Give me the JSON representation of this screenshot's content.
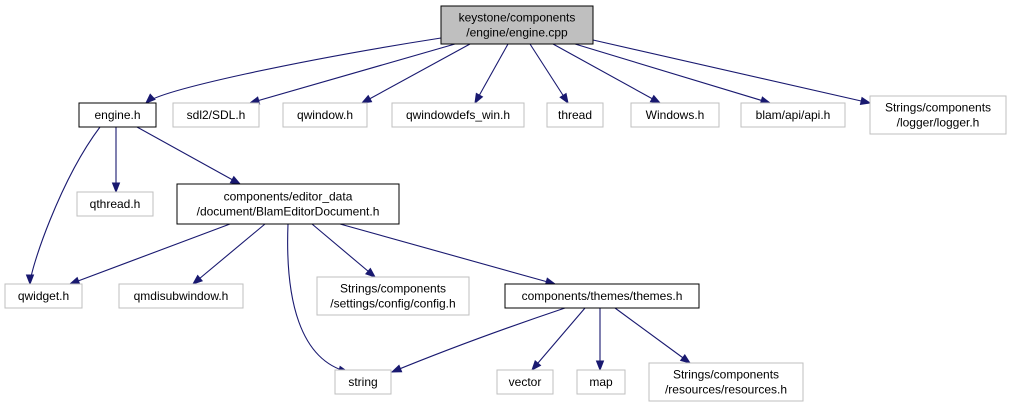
{
  "colors": {
    "edge": "#191970",
    "root_fill": "#bfbfbf",
    "documented_border": "#000000",
    "undocumented_border": "#bfbfbf",
    "text": "#000000"
  },
  "nodes": [
    {
      "id": "engine_cpp",
      "lines": [
        "keystone/components",
        "/engine/engine.cpp"
      ],
      "style": "root"
    },
    {
      "id": "engine_h",
      "lines": [
        "engine.h"
      ],
      "style": "documented"
    },
    {
      "id": "sdl",
      "lines": [
        "sdl2/SDL.h"
      ],
      "style": "undocumented"
    },
    {
      "id": "qwindow",
      "lines": [
        "qwindow.h"
      ],
      "style": "undocumented"
    },
    {
      "id": "qwindowdefs",
      "lines": [
        "qwindowdefs_win.h"
      ],
      "style": "undocumented"
    },
    {
      "id": "thread",
      "lines": [
        "thread"
      ],
      "style": "undocumented"
    },
    {
      "id": "windows",
      "lines": [
        "Windows.h"
      ],
      "style": "undocumented"
    },
    {
      "id": "api",
      "lines": [
        "blam/api/api.h"
      ],
      "style": "undocumented"
    },
    {
      "id": "logger",
      "lines": [
        "Strings/components",
        "/logger/logger.h"
      ],
      "style": "undocumented"
    },
    {
      "id": "qthread",
      "lines": [
        "qthread.h"
      ],
      "style": "undocumented"
    },
    {
      "id": "blameditor",
      "lines": [
        "components/editor_data",
        "/document/BlamEditorDocument.h"
      ],
      "style": "documented"
    },
    {
      "id": "qwidget",
      "lines": [
        "qwidget.h"
      ],
      "style": "undocumented"
    },
    {
      "id": "qmdi",
      "lines": [
        "qmdisubwindow.h"
      ],
      "style": "undocumented"
    },
    {
      "id": "config",
      "lines": [
        "Strings/components",
        "/settings/config/config.h"
      ],
      "style": "undocumented"
    },
    {
      "id": "themes",
      "lines": [
        "components/themes/themes.h"
      ],
      "style": "documented"
    },
    {
      "id": "string",
      "lines": [
        "string"
      ],
      "style": "undocumented"
    },
    {
      "id": "vector",
      "lines": [
        "vector"
      ],
      "style": "undocumented"
    },
    {
      "id": "map",
      "lines": [
        "map"
      ],
      "style": "undocumented"
    },
    {
      "id": "resources",
      "lines": [
        "Strings/components",
        "/resources/resources.h"
      ],
      "style": "undocumented"
    }
  ],
  "edges": [
    {
      "from": "engine_cpp",
      "to": "engine_h"
    },
    {
      "from": "engine_cpp",
      "to": "sdl"
    },
    {
      "from": "engine_cpp",
      "to": "qwindow"
    },
    {
      "from": "engine_cpp",
      "to": "qwindowdefs"
    },
    {
      "from": "engine_cpp",
      "to": "thread"
    },
    {
      "from": "engine_cpp",
      "to": "windows"
    },
    {
      "from": "engine_cpp",
      "to": "api"
    },
    {
      "from": "engine_cpp",
      "to": "logger"
    },
    {
      "from": "engine_h",
      "to": "qthread"
    },
    {
      "from": "engine_h",
      "to": "qwidget"
    },
    {
      "from": "engine_h",
      "to": "blameditor"
    },
    {
      "from": "blameditor",
      "to": "qwidget"
    },
    {
      "from": "blameditor",
      "to": "qmdi"
    },
    {
      "from": "blameditor",
      "to": "string"
    },
    {
      "from": "blameditor",
      "to": "config"
    },
    {
      "from": "blameditor",
      "to": "themes"
    },
    {
      "from": "themes",
      "to": "string"
    },
    {
      "from": "themes",
      "to": "vector"
    },
    {
      "from": "themes",
      "to": "map"
    },
    {
      "from": "themes",
      "to": "resources"
    }
  ]
}
